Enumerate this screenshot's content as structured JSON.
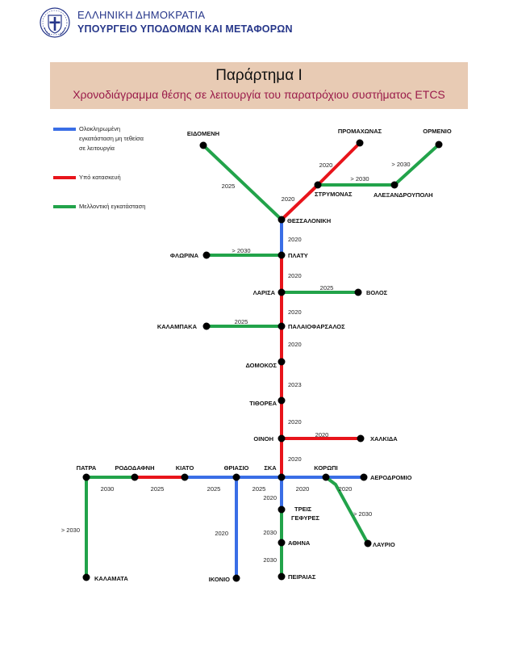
{
  "header": {
    "line1": "ΕΛΛΗΝΙΚΗ ΔΗΜΟΚΡΑΤΙΑ",
    "line2": "ΥΠΟΥΡΓΕΙΟ ΥΠΟΔΟΜΩΝ ΚΑΙ ΜΕΤΑΦΟΡΩΝ"
  },
  "title": {
    "main": "Παράρτημα Ι",
    "sub": "Χρονοδιάγραμμα  θέσης σε λειτουργία του παρατρόχιου συστήματος ETCS"
  },
  "colors": {
    "completed": "#3a6ee6",
    "under_construction": "#e8141b",
    "future": "#22a34a",
    "title_box": "#e8cbb4",
    "subtitle": "#9a1b4a",
    "org_text": "#27378a"
  },
  "legend": [
    {
      "key": "completed",
      "label": "Ολοκληρωμένη εγκατάσταση μη τεθείσα σε λειτουργία"
    },
    {
      "key": "under_construction",
      "label": "Υπό κατασκευή"
    },
    {
      "key": "future",
      "label": "Μελλοντική εγκατάσταση"
    }
  ],
  "stations": [
    "ΕΙΔΟΜΕΝΗ",
    "ΠΡΟΜΑΧΩΝΑΣ",
    "ΟΡΜΕΝΙΟ",
    "ΣΤΡΥΜΟΝΑΣ",
    "ΑΛΕΞΑΝΔΡΟΥΠΟΛΗ",
    "ΘΕΣΣΑΛΟΝΙΚΗ",
    "ΦΛΩΡΙΝΑ",
    "ΠΛΑΤΥ",
    "ΛΑΡΙΣΑ",
    "ΒΟΛΟΣ",
    "ΚΑΛΑΜΠΑΚΑ",
    "ΠΑΛΑΙΟΦΑΡΣΑΛΟΣ",
    "ΔΟΜΟΚΟΣ",
    "ΤΙΘΟΡΕΑ",
    "ΟΙΝΟΗ",
    "ΧΑΛΚΙΔΑ",
    "ΠΑΤΡΑ",
    "ΡΟΔΟΔΑΦΝΗ",
    "ΚΙΑΤΟ",
    "ΘΡΙΑΣΙΟ",
    "ΣΚΑ",
    "ΚΟΡΩΠΙ",
    "ΑΕΡΟΔΡΟΜΙΟ",
    "ΤΡΕΙΣ ΓΕΦΥΡΕΣ",
    "ΑΘΗΝΑ",
    "ΠΕΙΡΑΙΑΣ",
    "ΛΑΥΡΙΟ",
    "ΙΚΟΝΙΟ",
    "ΚΑΛΑΜΑΤΑ"
  ],
  "segments": [
    {
      "from": "ΕΙΔΟΜΕΝΗ",
      "to": "ΘΕΣΣΑΛΟΝΙΚΗ",
      "status": "future",
      "year": "2025"
    },
    {
      "from": "ΘΕΣΣΑΛΟΝΙΚΗ",
      "to": "ΣΤΡΥΜΟΝΑΣ",
      "status": "under_construction",
      "year": "2020"
    },
    {
      "from": "ΣΤΡΥΜΟΝΑΣ",
      "to": "ΠΡΟΜΑΧΩΝΑΣ",
      "status": "under_construction",
      "year": "2020"
    },
    {
      "from": "ΣΤΡΥΜΟΝΑΣ",
      "to": "ΑΛΕΞΑΝΔΡΟΥΠΟΛΗ",
      "status": "future",
      "year": "> 2030"
    },
    {
      "from": "ΑΛΕΞΑΝΔΡΟΥΠΟΛΗ",
      "to": "ΟΡΜΕΝΙΟ",
      "status": "future",
      "year": "> 2030"
    },
    {
      "from": "ΘΕΣΣΑΛΟΝΙΚΗ",
      "to": "ΠΛΑΤΥ",
      "status": "completed",
      "year": "2020"
    },
    {
      "from": "ΦΛΩΡΙΝΑ",
      "to": "ΠΛΑΤΥ",
      "status": "future",
      "year": "> 2030"
    },
    {
      "from": "ΠΛΑΤΥ",
      "to": "ΛΑΡΙΣΑ",
      "status": "under_construction",
      "year": "2020"
    },
    {
      "from": "ΛΑΡΙΣΑ",
      "to": "ΒΟΛΟΣ",
      "status": "future",
      "year": "2025"
    },
    {
      "from": "ΛΑΡΙΣΑ",
      "to": "ΠΑΛΑΙΟΦΑΡΣΑΛΟΣ",
      "status": "under_construction",
      "year": "2020"
    },
    {
      "from": "ΚΑΛΑΜΠΑΚΑ",
      "to": "ΠΑΛΑΙΟΦΑΡΣΑΛΟΣ",
      "status": "future",
      "year": "2025"
    },
    {
      "from": "ΠΑΛΑΙΟΦΑΡΣΑΛΟΣ",
      "to": "ΔΟΜΟΚΟΣ",
      "status": "under_construction",
      "year": "2020"
    },
    {
      "from": "ΔΟΜΟΚΟΣ",
      "to": "ΤΙΘΟΡΕΑ",
      "status": "under_construction",
      "year": "2023"
    },
    {
      "from": "ΤΙΘΟΡΕΑ",
      "to": "ΟΙΝΟΗ",
      "status": "under_construction",
      "year": "2020"
    },
    {
      "from": "ΟΙΝΟΗ",
      "to": "ΧΑΛΚΙΔΑ",
      "status": "under_construction",
      "year": "2020"
    },
    {
      "from": "ΟΙΝΟΗ",
      "to": "ΣΚΑ",
      "status": "under_construction",
      "year": "2020"
    },
    {
      "from": "ΠΑΤΡΑ",
      "to": "ΡΟΔΟΔΑΦΝΗ",
      "status": "future",
      "year": "2030"
    },
    {
      "from": "ΡΟΔΟΔΑΦΝΗ",
      "to": "ΚΙΑΤΟ",
      "status": "under_construction",
      "year": "2025"
    },
    {
      "from": "ΚΙΑΤΟ",
      "to": "ΘΡΙΑΣΙΟ",
      "status": "completed",
      "year": "2025"
    },
    {
      "from": "ΘΡΙΑΣΙΟ",
      "to": "ΣΚΑ",
      "status": "completed",
      "year": "2025"
    },
    {
      "from": "ΣΚΑ",
      "to": "ΚΟΡΩΠΙ",
      "status": "completed",
      "year": "2020"
    },
    {
      "from": "ΚΟΡΩΠΙ",
      "to": "ΑΕΡΟΔΡΟΜΙΟ",
      "status": "completed",
      "year": "2020"
    },
    {
      "from": "ΣΚΑ",
      "to": "ΤΡΕΙΣ ΓΕΦΥΡΕΣ",
      "status": "completed",
      "year": "2020"
    },
    {
      "from": "ΤΡΕΙΣ ΓΕΦΥΡΕΣ",
      "to": "ΑΘΗΝΑ",
      "status": "future",
      "year": "2030"
    },
    {
      "from": "ΑΘΗΝΑ",
      "to": "ΠΕΙΡΑΙΑΣ",
      "status": "future",
      "year": "2030"
    },
    {
      "from": "ΚΟΡΩΠΙ",
      "to": "ΛΑΥΡΙΟ",
      "status": "future",
      "year": "> 2030"
    },
    {
      "from": "ΘΡΙΑΣΙΟ",
      "to": "ΙΚΟΝΙΟ",
      "status": "completed",
      "year": "2020"
    },
    {
      "from": "ΠΑΤΡΑ",
      "to": "ΚΑΛΑΜΑΤΑ",
      "status": "future",
      "year": "> 2030"
    }
  ]
}
